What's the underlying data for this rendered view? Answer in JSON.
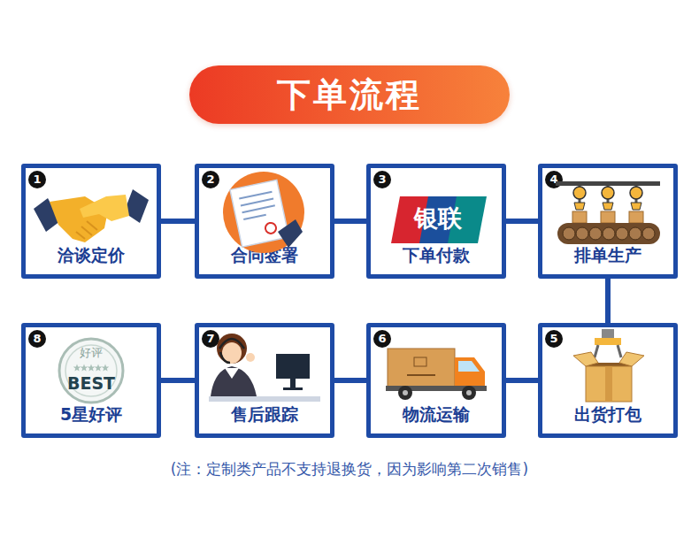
{
  "diagram": {
    "title": "下单流程",
    "caption": "(注：定制类产品不支持退换货，因为影响第二次销售)",
    "nodes": [
      {
        "text": [
          "1",
          "洽谈定价"
        ]
      },
      {
        "text": [
          "2",
          "合同签署"
        ]
      },
      {
        "text": [
          "3",
          "下单付款"
        ]
      },
      {
        "text": [
          "4",
          "排单生产"
        ]
      },
      {
        "text": [
          "5",
          "出货打包"
        ]
      },
      {
        "text": [
          "6",
          "物流运输"
        ]
      },
      {
        "text": [
          "7",
          "售后跟踪"
        ]
      },
      {
        "text": [
          "8",
          "5星好评"
        ]
      }
    ],
    "edges": [
      {
        "from": 0,
        "to": 1,
        "arrow": "none"
      },
      {
        "from": 1,
        "to": 2,
        "arrow": "none"
      },
      {
        "from": 2,
        "to": 3,
        "arrow": "none"
      },
      {
        "from": 3,
        "to": 4,
        "arrow": "none"
      },
      {
        "from": 4,
        "to": 5,
        "arrow": "none"
      },
      {
        "from": 5,
        "to": 6,
        "arrow": "none"
      },
      {
        "from": 6,
        "to": 7,
        "arrow": "none"
      }
    ],
    "labels": [
      "银联",
      "好评",
      "BEST"
    ]
  }
}
